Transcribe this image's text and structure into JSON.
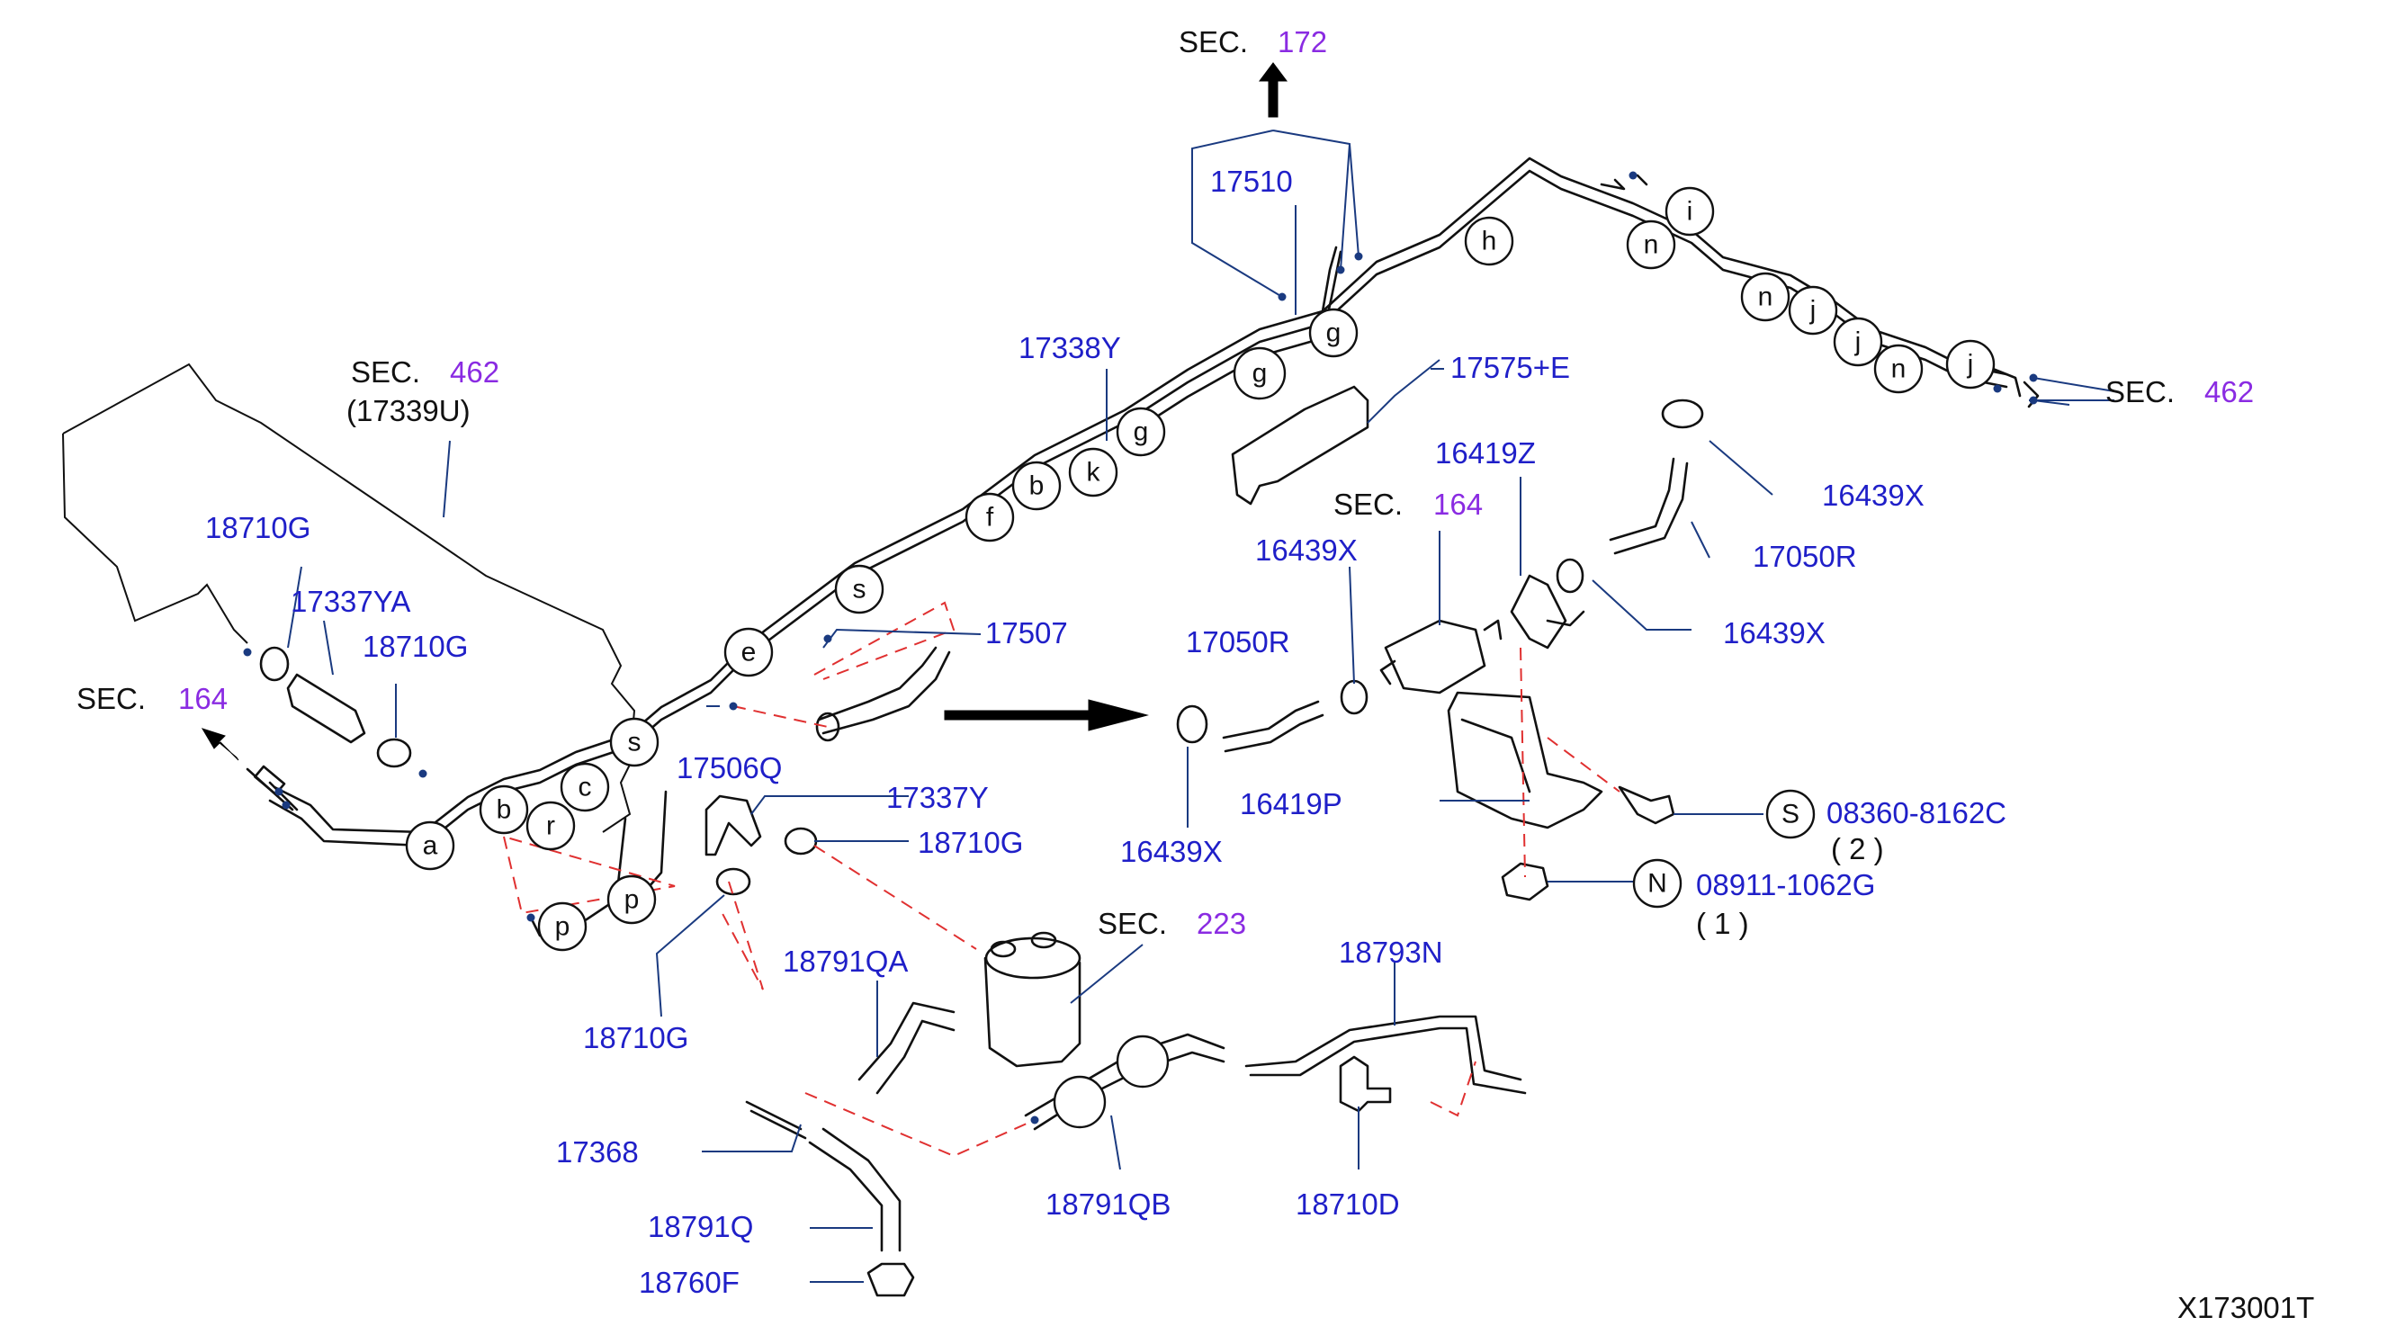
{
  "sec_prefix": "SEC.",
  "sections": {
    "top": "172",
    "right": "462",
    "left_main": "462",
    "left_main_sub": "(17339U)",
    "left_arrow": "164",
    "filter": "164",
    "canister": "223"
  },
  "parts": {
    "p17510": "17510",
    "p17338Y": "17338Y",
    "p17575E": "17575+E",
    "p16419Z": "16419Z",
    "p16439X_a": "16439X",
    "p17050R_a": "17050R",
    "p16439X_b": "16439X",
    "p16439X_c": "16439X",
    "p17050R_b": "17050R",
    "p16439X_d": "16439X",
    "p16419P": "16419P",
    "p08360": "08360-8162C",
    "p08360_qty": "( 2 )",
    "p08911": "08911-1062G",
    "p08911_qty": "( 1 )",
    "p17507": "17507",
    "p17506Q": "17506Q",
    "p17337Y": "17337Y",
    "p18710G_a": "18710G",
    "p18710G_b": "18710G",
    "p17337YA": "17337YA",
    "p18710G_c": "18710G",
    "p18710G_d": "18710G",
    "p18791QA": "18791QA",
    "p18793N": "18793N",
    "p17368": "17368",
    "p18791Q": "18791Q",
    "p18760F": "18760F",
    "p18791QB": "18791QB",
    "p18710D": "18710D"
  },
  "callouts": {
    "s_bolt": "S",
    "n_nut": "N"
  },
  "bubbles": [
    "a",
    "b",
    "r",
    "c",
    "s",
    "p",
    "p",
    "e",
    "s",
    "f",
    "b",
    "k",
    "g",
    "g",
    "g",
    "h",
    "i",
    "n",
    "n",
    "j",
    "j",
    "n",
    "j"
  ],
  "figure_code": "X173001T"
}
